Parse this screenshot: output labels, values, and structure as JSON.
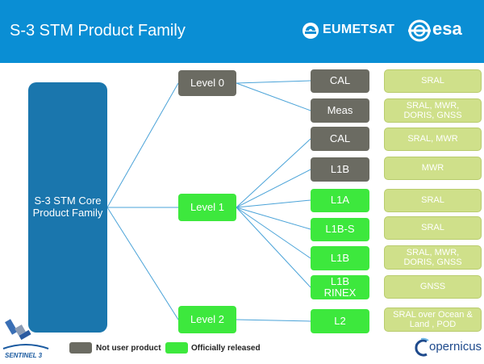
{
  "header": {
    "title": "S-3 STM Product Family",
    "eumetsat_logo": "EUMETSAT",
    "esa_logo": "esa",
    "background": "#0a8ed4"
  },
  "core": {
    "label": "S-3 STM Core Product Family"
  },
  "levels": [
    {
      "label": "Level 0",
      "status": "not-user"
    },
    {
      "label": "Level 1",
      "status": "released"
    },
    {
      "label": "Level 2",
      "status": "released"
    }
  ],
  "products": [
    {
      "label": "CAL",
      "status": "not-user",
      "instruments": "SRAL"
    },
    {
      "label": "Meas",
      "status": "not-user",
      "instruments": "SRAL, MWR, DORIS, GNSS"
    },
    {
      "label": "CAL",
      "status": "not-user",
      "instruments": "SRAL, MWR"
    },
    {
      "label": "L1B",
      "status": "not-user",
      "instruments": "MWR"
    },
    {
      "label": "L1A",
      "status": "released",
      "instruments": "SRAL"
    },
    {
      "label": "L1B-S",
      "status": "released",
      "instruments": "SRAL"
    },
    {
      "label": "L1B",
      "status": "released",
      "instruments": "SRAL, MWR, DORIS, GNSS"
    },
    {
      "label": "L1B RINEX",
      "status": "released",
      "instruments": "GNSS"
    },
    {
      "label": "L2",
      "status": "released",
      "instruments": "SRAL over Ocean & Land , POD"
    }
  ],
  "legend": {
    "not_user": "Not user product",
    "released": "Officially released"
  },
  "colors": {
    "not_user": "#6b6b62",
    "released": "#3de83d",
    "instrument": "#cfe08a",
    "core": "#1a76ad",
    "connector": "#4aa3d8"
  },
  "footer": {
    "sentinel_logo": "SENTINEL 3",
    "copernicus_logo": "opernicus"
  }
}
